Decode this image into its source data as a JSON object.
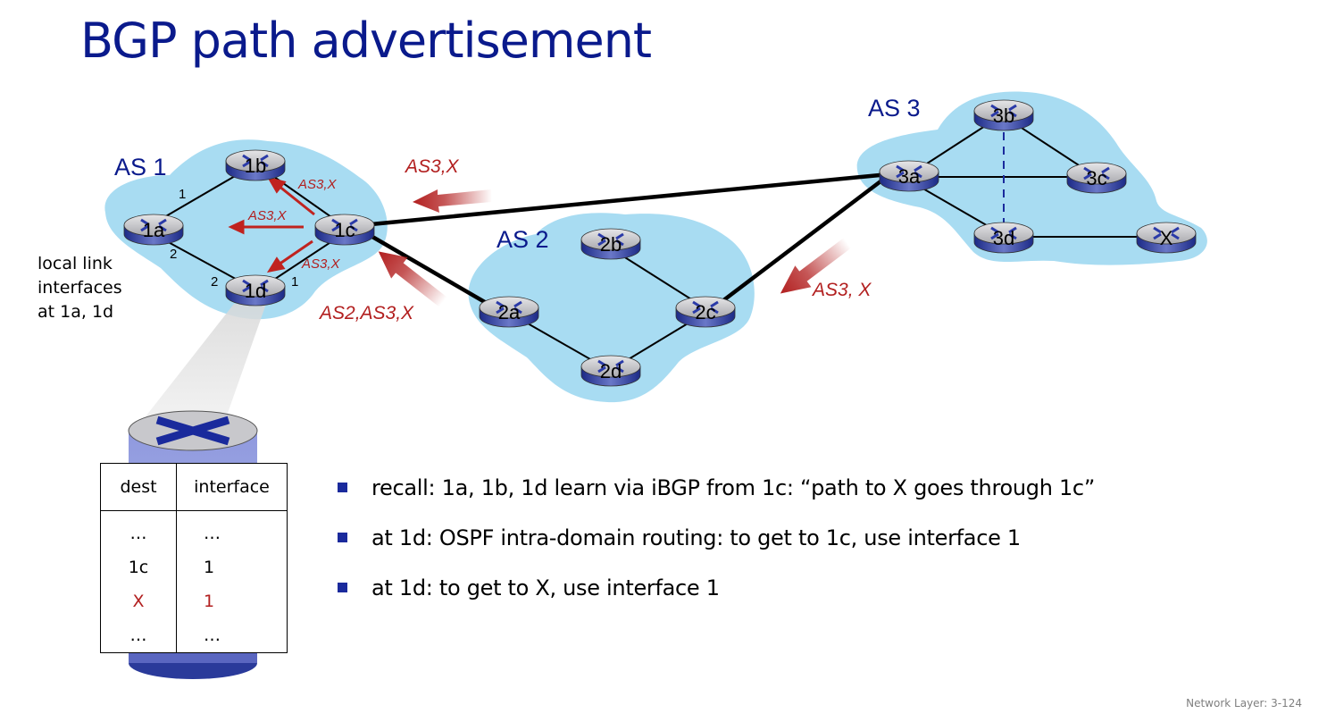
{
  "slide": {
    "title": "BGP path advertisement",
    "footer": "Network Layer: 3-124"
  },
  "colors": {
    "title": "#0a1a8c",
    "as_cloud": "#a8dcf2",
    "advertisement": "#b21f1f",
    "router_top": "#c8c8cc",
    "router_side": "#2a3a9a",
    "bullet": "#1a2a9c"
  },
  "diagram": {
    "autonomous_systems": [
      {
        "id": "as1",
        "label": "AS 1"
      },
      {
        "id": "as2",
        "label": "AS 2"
      },
      {
        "id": "as3",
        "label": "AS 3"
      }
    ],
    "routers": [
      {
        "id": "1a",
        "label": "1a",
        "as": "as1",
        "icon": "router-icon"
      },
      {
        "id": "1b",
        "label": "1b",
        "as": "as1",
        "icon": "router-icon"
      },
      {
        "id": "1c",
        "label": "1c",
        "as": "as1",
        "icon": "router-icon"
      },
      {
        "id": "1d",
        "label": "1d",
        "as": "as1",
        "icon": "router-icon"
      },
      {
        "id": "2a",
        "label": "2a",
        "as": "as2",
        "icon": "router-icon"
      },
      {
        "id": "2b",
        "label": "2b",
        "as": "as2",
        "icon": "router-icon"
      },
      {
        "id": "2c",
        "label": "2c",
        "as": "as2",
        "icon": "router-icon"
      },
      {
        "id": "2d",
        "label": "2d",
        "as": "as2",
        "icon": "router-icon"
      },
      {
        "id": "3a",
        "label": "3a",
        "as": "as3",
        "icon": "router-icon"
      },
      {
        "id": "3b",
        "label": "3b",
        "as": "as3",
        "icon": "router-icon"
      },
      {
        "id": "3c",
        "label": "3c",
        "as": "as3",
        "icon": "router-icon"
      },
      {
        "id": "3d",
        "label": "3d",
        "as": "as3",
        "icon": "router-icon"
      },
      {
        "id": "X",
        "label": "X",
        "as": "as3",
        "icon": "router-icon"
      }
    ],
    "links": [
      {
        "from": "1a",
        "to": "1b",
        "kind": "intra"
      },
      {
        "from": "1a",
        "to": "1d",
        "kind": "intra"
      },
      {
        "from": "1b",
        "to": "1c",
        "kind": "intra"
      },
      {
        "from": "1c",
        "to": "1d",
        "kind": "intra"
      },
      {
        "from": "2a",
        "to": "2d",
        "kind": "intra"
      },
      {
        "from": "2b",
        "to": "2c",
        "kind": "intra"
      },
      {
        "from": "2c",
        "to": "2d",
        "kind": "intra"
      },
      {
        "from": "3a",
        "to": "3b",
        "kind": "intra"
      },
      {
        "from": "3a",
        "to": "3c",
        "kind": "intra"
      },
      {
        "from": "3a",
        "to": "3d",
        "kind": "intra"
      },
      {
        "from": "3b",
        "to": "3c",
        "kind": "intra"
      },
      {
        "from": "3b",
        "to": "3d",
        "kind": "dashed"
      },
      {
        "from": "3d",
        "to": "X",
        "kind": "intra"
      },
      {
        "from": "1c",
        "to": "3a",
        "kind": "inter"
      },
      {
        "from": "1c",
        "to": "2a",
        "kind": "inter"
      },
      {
        "from": "2c",
        "to": "3a",
        "kind": "inter"
      }
    ],
    "interface_labels": {
      "1a_to_1b": "1",
      "1a_to_1d": "2",
      "1d_to_1a": "2",
      "1d_to_1c": "1"
    },
    "advertisements": {
      "ibgp_to_1b": "AS3,X",
      "ibgp_to_1a": "AS3,X",
      "ibgp_to_1d": "AS3,X",
      "ebgp_3a_to_1c": "AS3,X",
      "ebgp_2a_to_1c": "AS2,AS3,X",
      "ebgp_3a_to_2c": "AS3, X"
    },
    "note_lines": [
      "local link",
      "interfaces",
      "at 1a, 1d"
    ]
  },
  "forwarding_table": {
    "router": "1d",
    "headers": [
      "dest",
      "interface"
    ],
    "rows": [
      {
        "dest": "…",
        "interface": "…",
        "highlight": false
      },
      {
        "dest": "1c",
        "interface": "1",
        "highlight": false
      },
      {
        "dest": "X",
        "interface": "1",
        "highlight": true
      },
      {
        "dest": "…",
        "interface": "…",
        "highlight": false
      }
    ]
  },
  "bullets": [
    "recall: 1a, 1b, 1d learn via iBGP from 1c: “path to X goes through 1c”",
    "at 1d: OSPF intra-domain routing: to get to 1c, use  interface 1",
    "at 1d: to get to X, use  interface 1"
  ]
}
